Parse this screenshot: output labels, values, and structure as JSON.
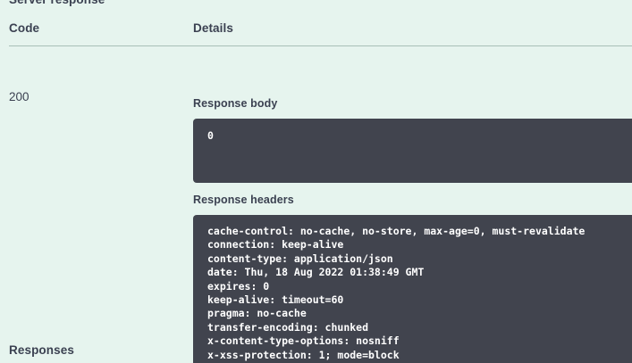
{
  "panel": {
    "server_response_title": "Server response",
    "responses_title": "Responses"
  },
  "table": {
    "columns": {
      "code": "Code",
      "details": "Details"
    },
    "row": {
      "code": "200",
      "response_body_label": "Response body",
      "response_body": "0",
      "response_headers_label": "Response headers",
      "response_headers": "cache-control: no-cache, no-store, max-age=0, must-revalidate\nconnection: keep-alive\ncontent-type: application/json\ndate: Thu, 18 Aug 2022 01:38:49 GMT\nexpires: 0\nkeep-alive: timeout=60\npragma: no-cache\ntransfer-encoding: chunked\nx-content-type-options: nosniff\nx-xss-protection: 1; mode=block"
    }
  },
  "colors": {
    "background": "#e6f4ee",
    "code_block": "#41444e",
    "code_text": "#ffffff",
    "text": "#3b4151",
    "rule": "#a8bfb7"
  }
}
